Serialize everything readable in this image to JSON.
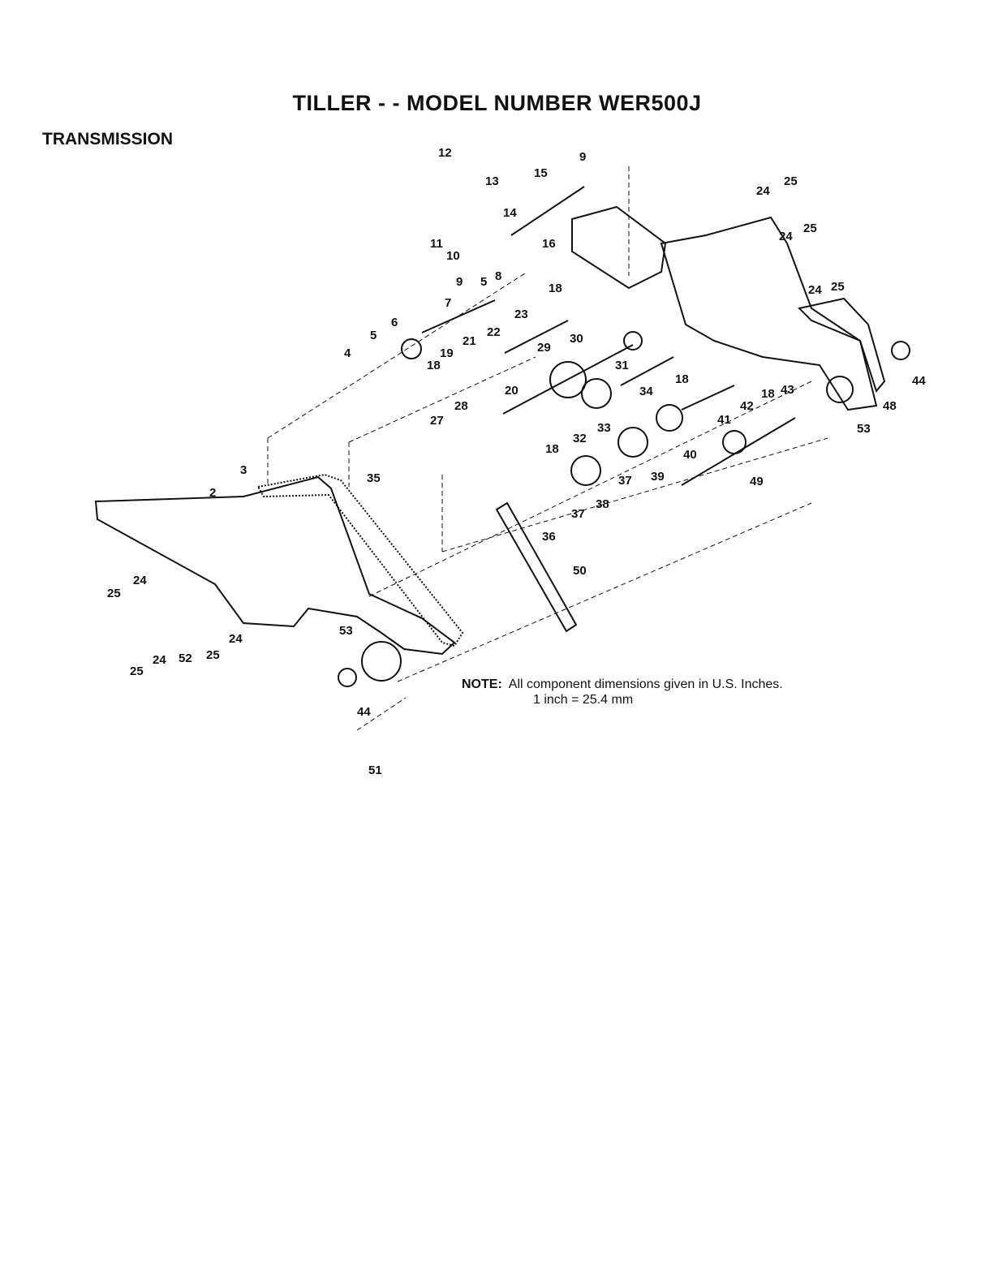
{
  "title": "TILLER - - MODEL NUMBER WER500J",
  "section": "TRANSMISSION",
  "note": {
    "label": "NOTE:",
    "line1": "All component dimensions given in U.S. Inches.",
    "line2": "1 inch = 25.4 mm"
  },
  "callouts": [
    "12",
    "13",
    "15",
    "9",
    "14",
    "11",
    "10",
    "16",
    "9",
    "5",
    "8",
    "18",
    "7",
    "23",
    "6",
    "5",
    "4",
    "22",
    "21",
    "19",
    "18",
    "20",
    "29",
    "30",
    "31",
    "18",
    "34",
    "33",
    "32",
    "28",
    "27",
    "18",
    "37",
    "39",
    "40",
    "41",
    "42",
    "18",
    "43",
    "44",
    "48",
    "53",
    "24",
    "25",
    "24",
    "25",
    "24",
    "25",
    "35",
    "3",
    "2",
    "38",
    "37",
    "36",
    "49",
    "50",
    "24",
    "25",
    "24",
    "52",
    "25",
    "24",
    "25",
    "53",
    "44",
    "51"
  ]
}
